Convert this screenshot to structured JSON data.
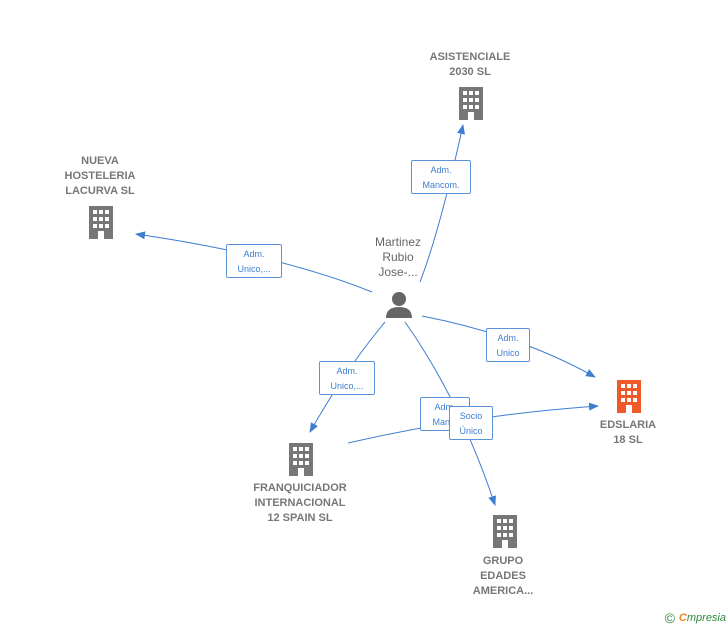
{
  "colors": {
    "edge": "#3f7dd0",
    "company": "#777777",
    "company_highlight": "#f05a28",
    "person": "#666666"
  },
  "person": {
    "label": "Martinez\nRubio\nJose-...",
    "icon": "person-icon"
  },
  "companies": {
    "asistenciale": {
      "label": "ASISTENCIALE\n2030  SL",
      "icon": "building-icon"
    },
    "nueva": {
      "label": "NUEVA\nHOSTELERIA\nLACURVA  SL",
      "icon": "building-icon"
    },
    "edslaria": {
      "label": "EDSLARIA\n18  SL",
      "icon": "building-icon",
      "highlight": true
    },
    "franquiciador": {
      "label": "FRANQUICIADOR\nINTERNACIONAL\n12 SPAIN SL",
      "icon": "building-icon"
    },
    "grupo": {
      "label": "GRUPO\nEDADES\nAMERICA...",
      "icon": "building-icon"
    }
  },
  "edges": {
    "to_asistenciale": "Adm.\nMancom.",
    "to_nueva": "Adm.\nUnico,...",
    "to_edslaria": "Adm.\nUnico",
    "to_franquiciador": "Adm.\nUnico,...",
    "to_grupo": "Adm.\nMan...",
    "franq_to_edslaria": "Socio\nÚnico"
  },
  "footer": {
    "copyright": "©",
    "brand_initial": "C",
    "brand_rest": "mpresia"
  }
}
